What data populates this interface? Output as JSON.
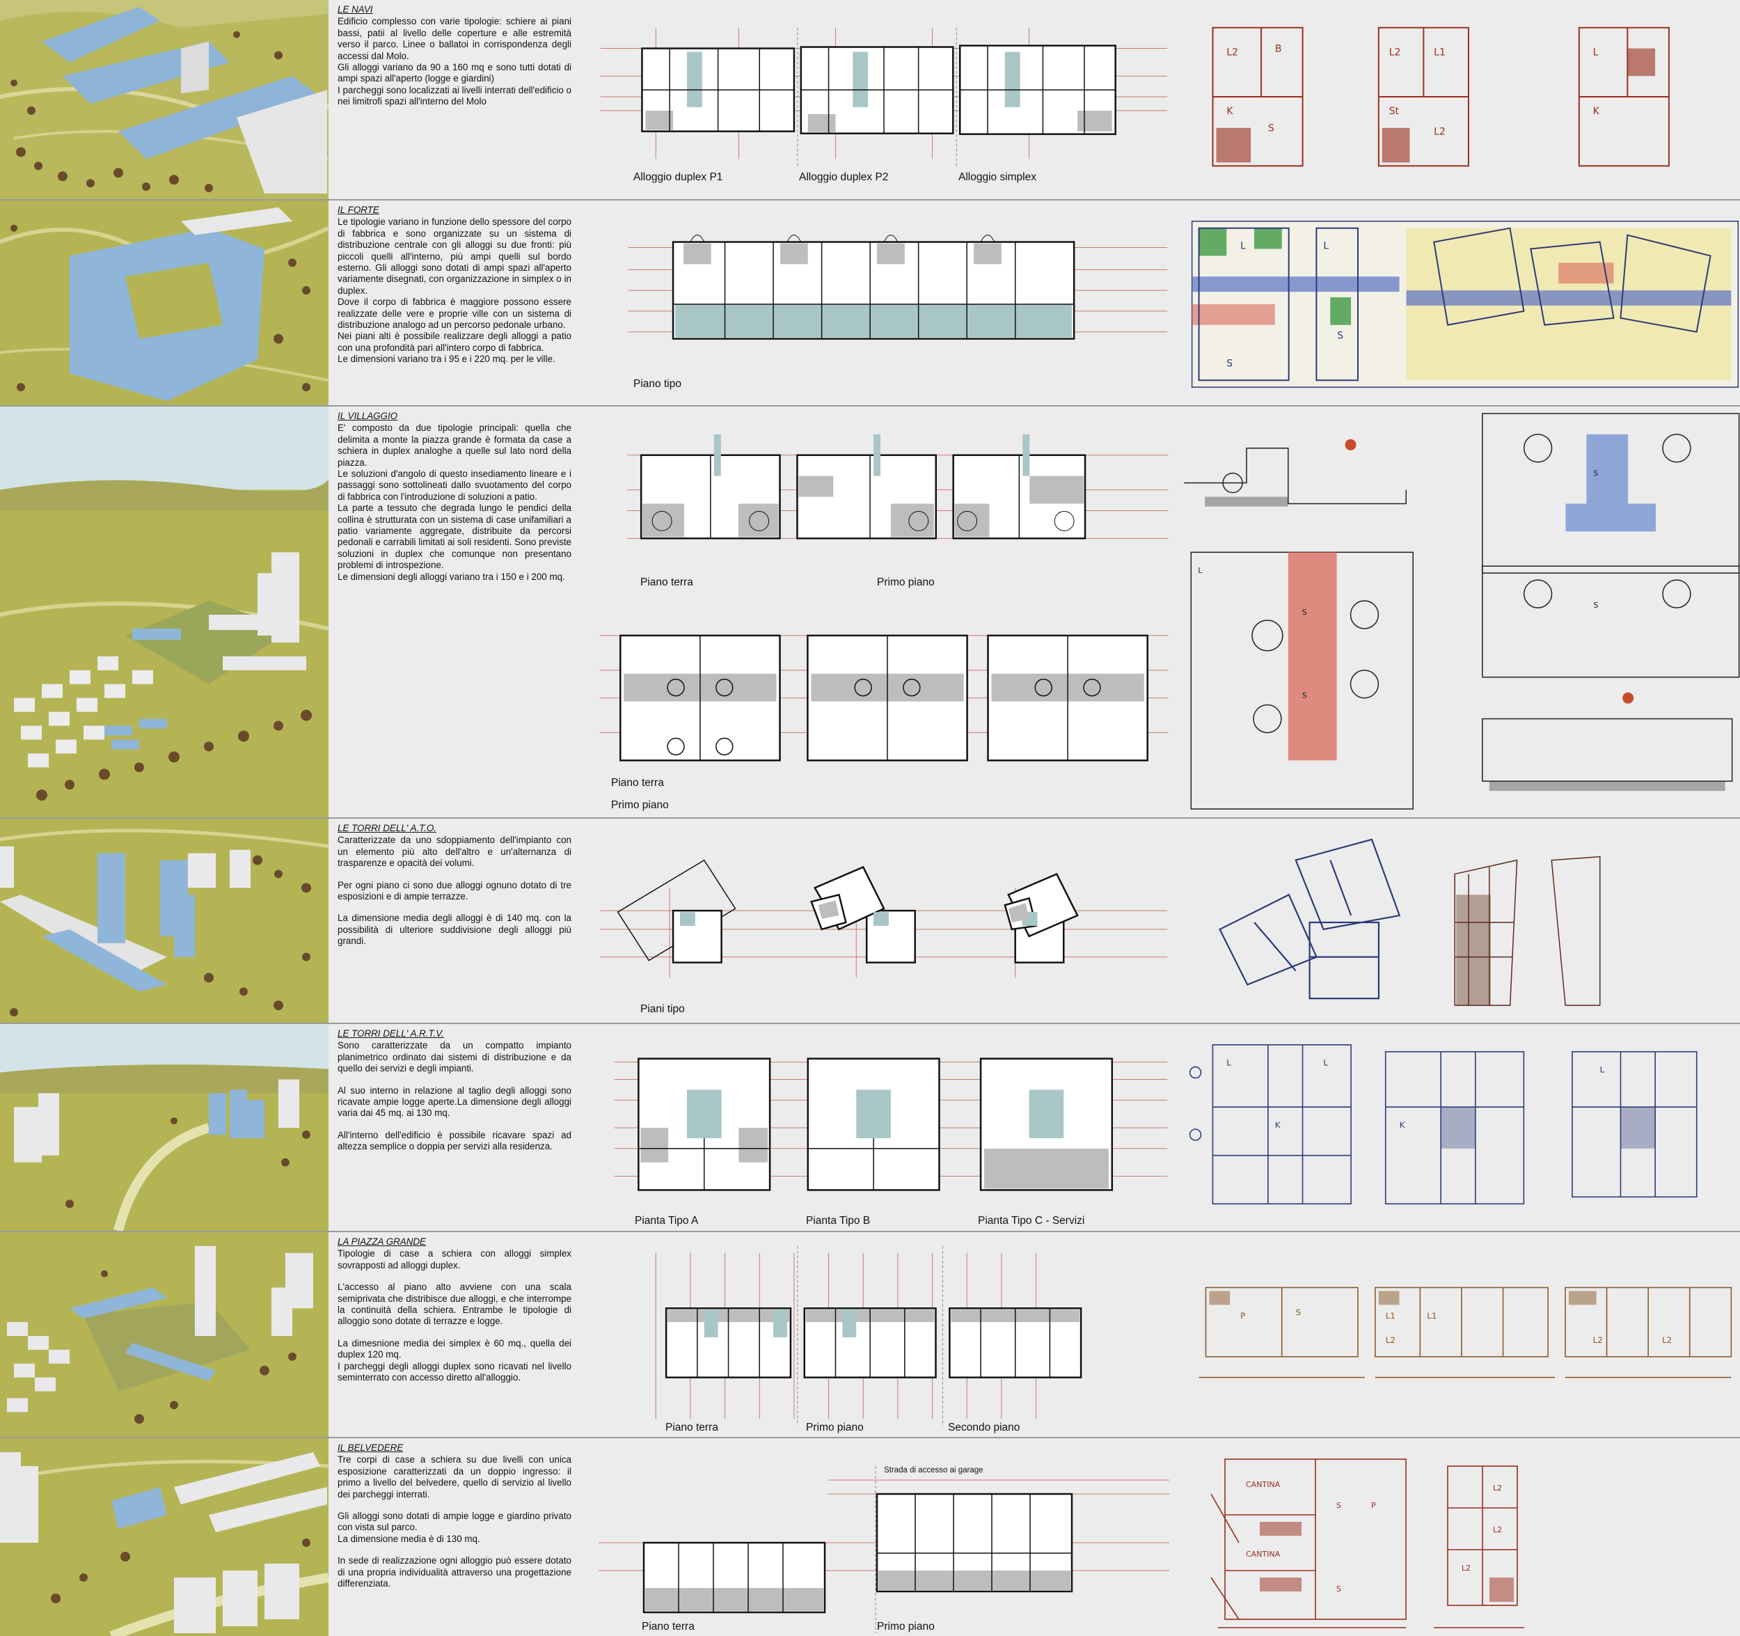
{
  "sections": [
    {
      "title": "LE NAVI",
      "paragraphs": [
        "Edificio complesso con varie tipologie: schiere ai piani bassi, patii al livello delle coperture e alle estremità verso il parco. Linee o ballatoi in corrispondenza degli accessi dal Molo.",
        "Gli alloggi variano da 90 a 160 mq e sono tutti dotati di ampi spazi all'aperto (logge e giardini)",
        "I parcheggi sono localizzati ai livelli interrati dell'edificio o nei limitrofi spazi all'interno del Molo"
      ],
      "captions": [
        "Alloggio duplex P1",
        "Alloggio duplex P2",
        "Alloggio simplex"
      ]
    },
    {
      "title": "IL FORTE",
      "paragraphs": [
        "Le tipologie variano in funzione dello spessore del corpo di fabbrica e sono organizzate su un sistema di distribuzione centrale con gli alloggi su due fronti: più piccoli quelli all'interno, più ampi quelli sul bordo esterno. Gli alloggi sono dotati di ampi spazi all'aperto variamente disegnati, con organizzazione in simplex o in duplex.",
        "Dove il corpo di fabbrica è maggiore possono essere realizzate delle vere e proprie ville con un sistema di distribuzione analogo ad un percorso pedonale urbano.",
        "Nei piani alti è possibile realizzare degli alloggi a patio con una profondità pari all'intero corpo di fabbrica.",
        "Le dimensioni variano tra i 95 e i 220 mq. per le ville."
      ],
      "captions": [
        "Piano tipo"
      ]
    },
    {
      "title": "IL VILLAGGIO",
      "paragraphs": [
        "E' composto da due tipologie principali: quella che delimita a monte la piazza grande è formata da case a schiera in duplex analoghe a quelle sul lato nord della piazza.",
        "Le soluzioni d'angolo di questo insediamento lineare e i passaggi sono sottolineati dallo svuotamento del corpo di fabbrica con l'introduzione di soluzioni a patio.",
        "La parte a tessuto che degrada lungo le pendici della collina è strutturata con un sistema di case unifamiliari a patio variamente aggregate, distribuite da percorsi pedonali e carrabili limitati ai soli residenti. Sono previste soluzioni in duplex che comunque non presentano problemi di introspezione.",
        "Le dimensioni degli alloggi variano tra i 150 e i 200 mq."
      ],
      "captions": [
        "Piano terra",
        "Primo piano",
        "Piano terra",
        "Primo piano"
      ]
    },
    {
      "title": "LE TORRI DELL' A.T.O.",
      "paragraphs": [
        "Caratterizzate da uno sdoppiamento dell'impianto con un elemento più alto dell'altro e un'alternanza di trasparenze e opacità dei volumi.",
        "Per ogni piano ci sono due alloggi ognuno dotato di tre esposizioni e di ampie terrazze.",
        "La dimensione media degli alloggi è di 140 mq. con la possibilità di ulteriore suddivisione degli alloggi più grandi."
      ],
      "captions": [
        "Piani tipo"
      ]
    },
    {
      "title": "LE TORRI DELL' A.R.T.V.",
      "paragraphs": [
        "Sono caratterizzate da un compatto impianto planimetrico ordinato dai sistemi di distribuzione e da quello dei servizi e degli impianti.",
        "Al suo interno in relazione al taglio degli alloggi sono ricavate ampie logge aperte.La dimensione degli alloggi varia dai 45 mq. ai 130 mq.",
        "All'interno dell'edificio è possibile ricavare spazi ad altezza semplice o doppia per servizi alla residenza."
      ],
      "captions": [
        "Pianta Tipo A",
        "Pianta Tipo B",
        "Pianta Tipo C - Servizi"
      ]
    },
    {
      "title": "LA PIAZZA GRANDE",
      "paragraphs": [
        "Tipologie di case a schiera con alloggi simplex sovrapposti ad alloggi duplex.",
        "L'accesso al piano alto avviene con una scala semiprivata che distribisce due alloggi, e che interrompe la continuità della schiera. Entrambe le tipologie di alloggio sono dotate di terrazze e logge.",
        "La dimesnione media dei simplex è 60 mq., quella dei duplex 120 mq.",
        "I parcheggi degli alloggi duplex sono ricavati nel livello seminterrato con accesso diretto all'alloggio."
      ],
      "captions": [
        "Piano terra",
        "Primo piano",
        "Secondo piano"
      ]
    },
    {
      "title": "IL BELVEDERE",
      "paragraphs": [
        "Tre corpi di case a schiera su due livelli con unica esposizione caratterizzati da un doppio ingresso: il primo a livello del belvedere, quello di servizio al livello dei parcheggi interrati.",
        "Gli alloggi sono dotati di ampie logge e giardino privato con vista sul parco.",
        "La dimensione media è di 130 mq.",
        "In sede di realizzazione ogni alloggio può essere dotato di una propria individualità attraverso una progettazione differenziata."
      ],
      "captions": [
        "Piano terra",
        "Primo piano"
      ],
      "note": "Strada di accesso ai garage"
    }
  ],
  "sketch_labels": {
    "rooms": [
      "L2",
      "L1",
      "B",
      "K",
      "S",
      "St",
      "P",
      "L",
      "CANTINA"
    ]
  },
  "colors": {
    "terrain": "#b4b455",
    "sky": "#d6e6ea",
    "building_blue": "#8fb6d8",
    "building_white": "#eaeaec",
    "tree": "#6a4a2c",
    "plan_accent": "#a8c6c6",
    "plan_grey": "#bdbdbd",
    "grid_line": "#c97a70",
    "sketch_red": "#9a2d1c",
    "sketch_blue": "#2a3a78",
    "sketch_brown": "#8a5a2a",
    "hl_red": "#d9695a",
    "hl_blue": "#6f8fd0"
  }
}
